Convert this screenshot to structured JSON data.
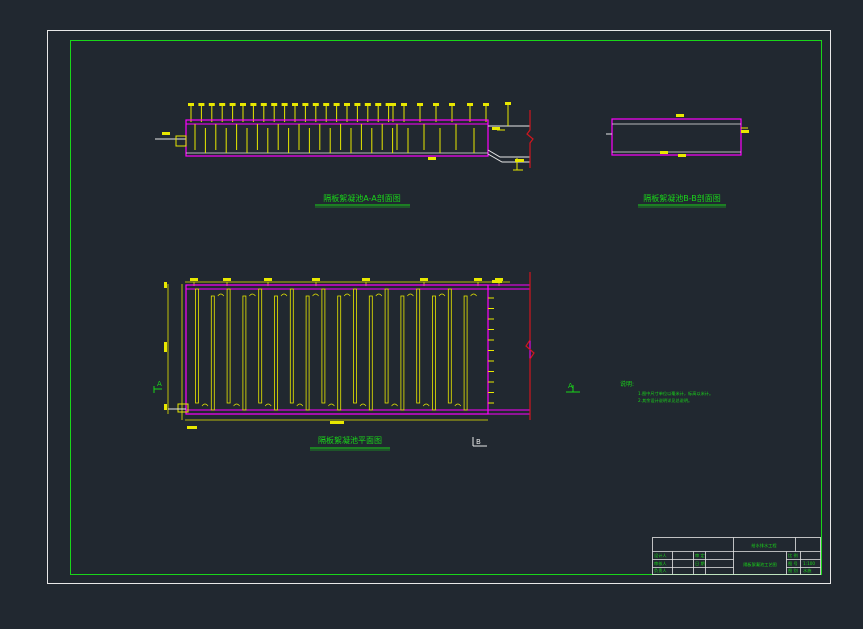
{
  "colors": {
    "background": "#212830",
    "outer_frame": "#e8e8e8",
    "inner_frame": "#19d619",
    "wall": "#ff00ff",
    "baffle": "#e8e800",
    "dimension": "#e8e800",
    "section": "#e8e8e8",
    "break_line": "#d0161e",
    "title": "#19d619",
    "notes": "#19d619"
  },
  "views": {
    "section_aa": {
      "title": "隔板絮凝池A-A剖面图"
    },
    "section_bb": {
      "title": "隔板絮凝池B-B剖面图"
    },
    "plan": {
      "title": "隔板絮凝池平面图"
    }
  },
  "section_marks": {
    "a": "A",
    "b": "B"
  },
  "notes": {
    "heading": "说明:",
    "lines": [
      "1.图中尺寸单位以毫米计，标高以米计。",
      "2.其余设计说明详见总说明。"
    ]
  },
  "title_block": {
    "header": "给水排水工程",
    "drawing_title": "隔板絮凝池工艺图",
    "left_labels": [
      "设计人",
      "审核人",
      "负责人"
    ],
    "mid_labels": [
      "审 定",
      "日 期"
    ],
    "right_labels": [
      "比 例",
      "图 号",
      "图 别"
    ],
    "right_values": [
      "",
      "1:100",
      "水施"
    ]
  }
}
